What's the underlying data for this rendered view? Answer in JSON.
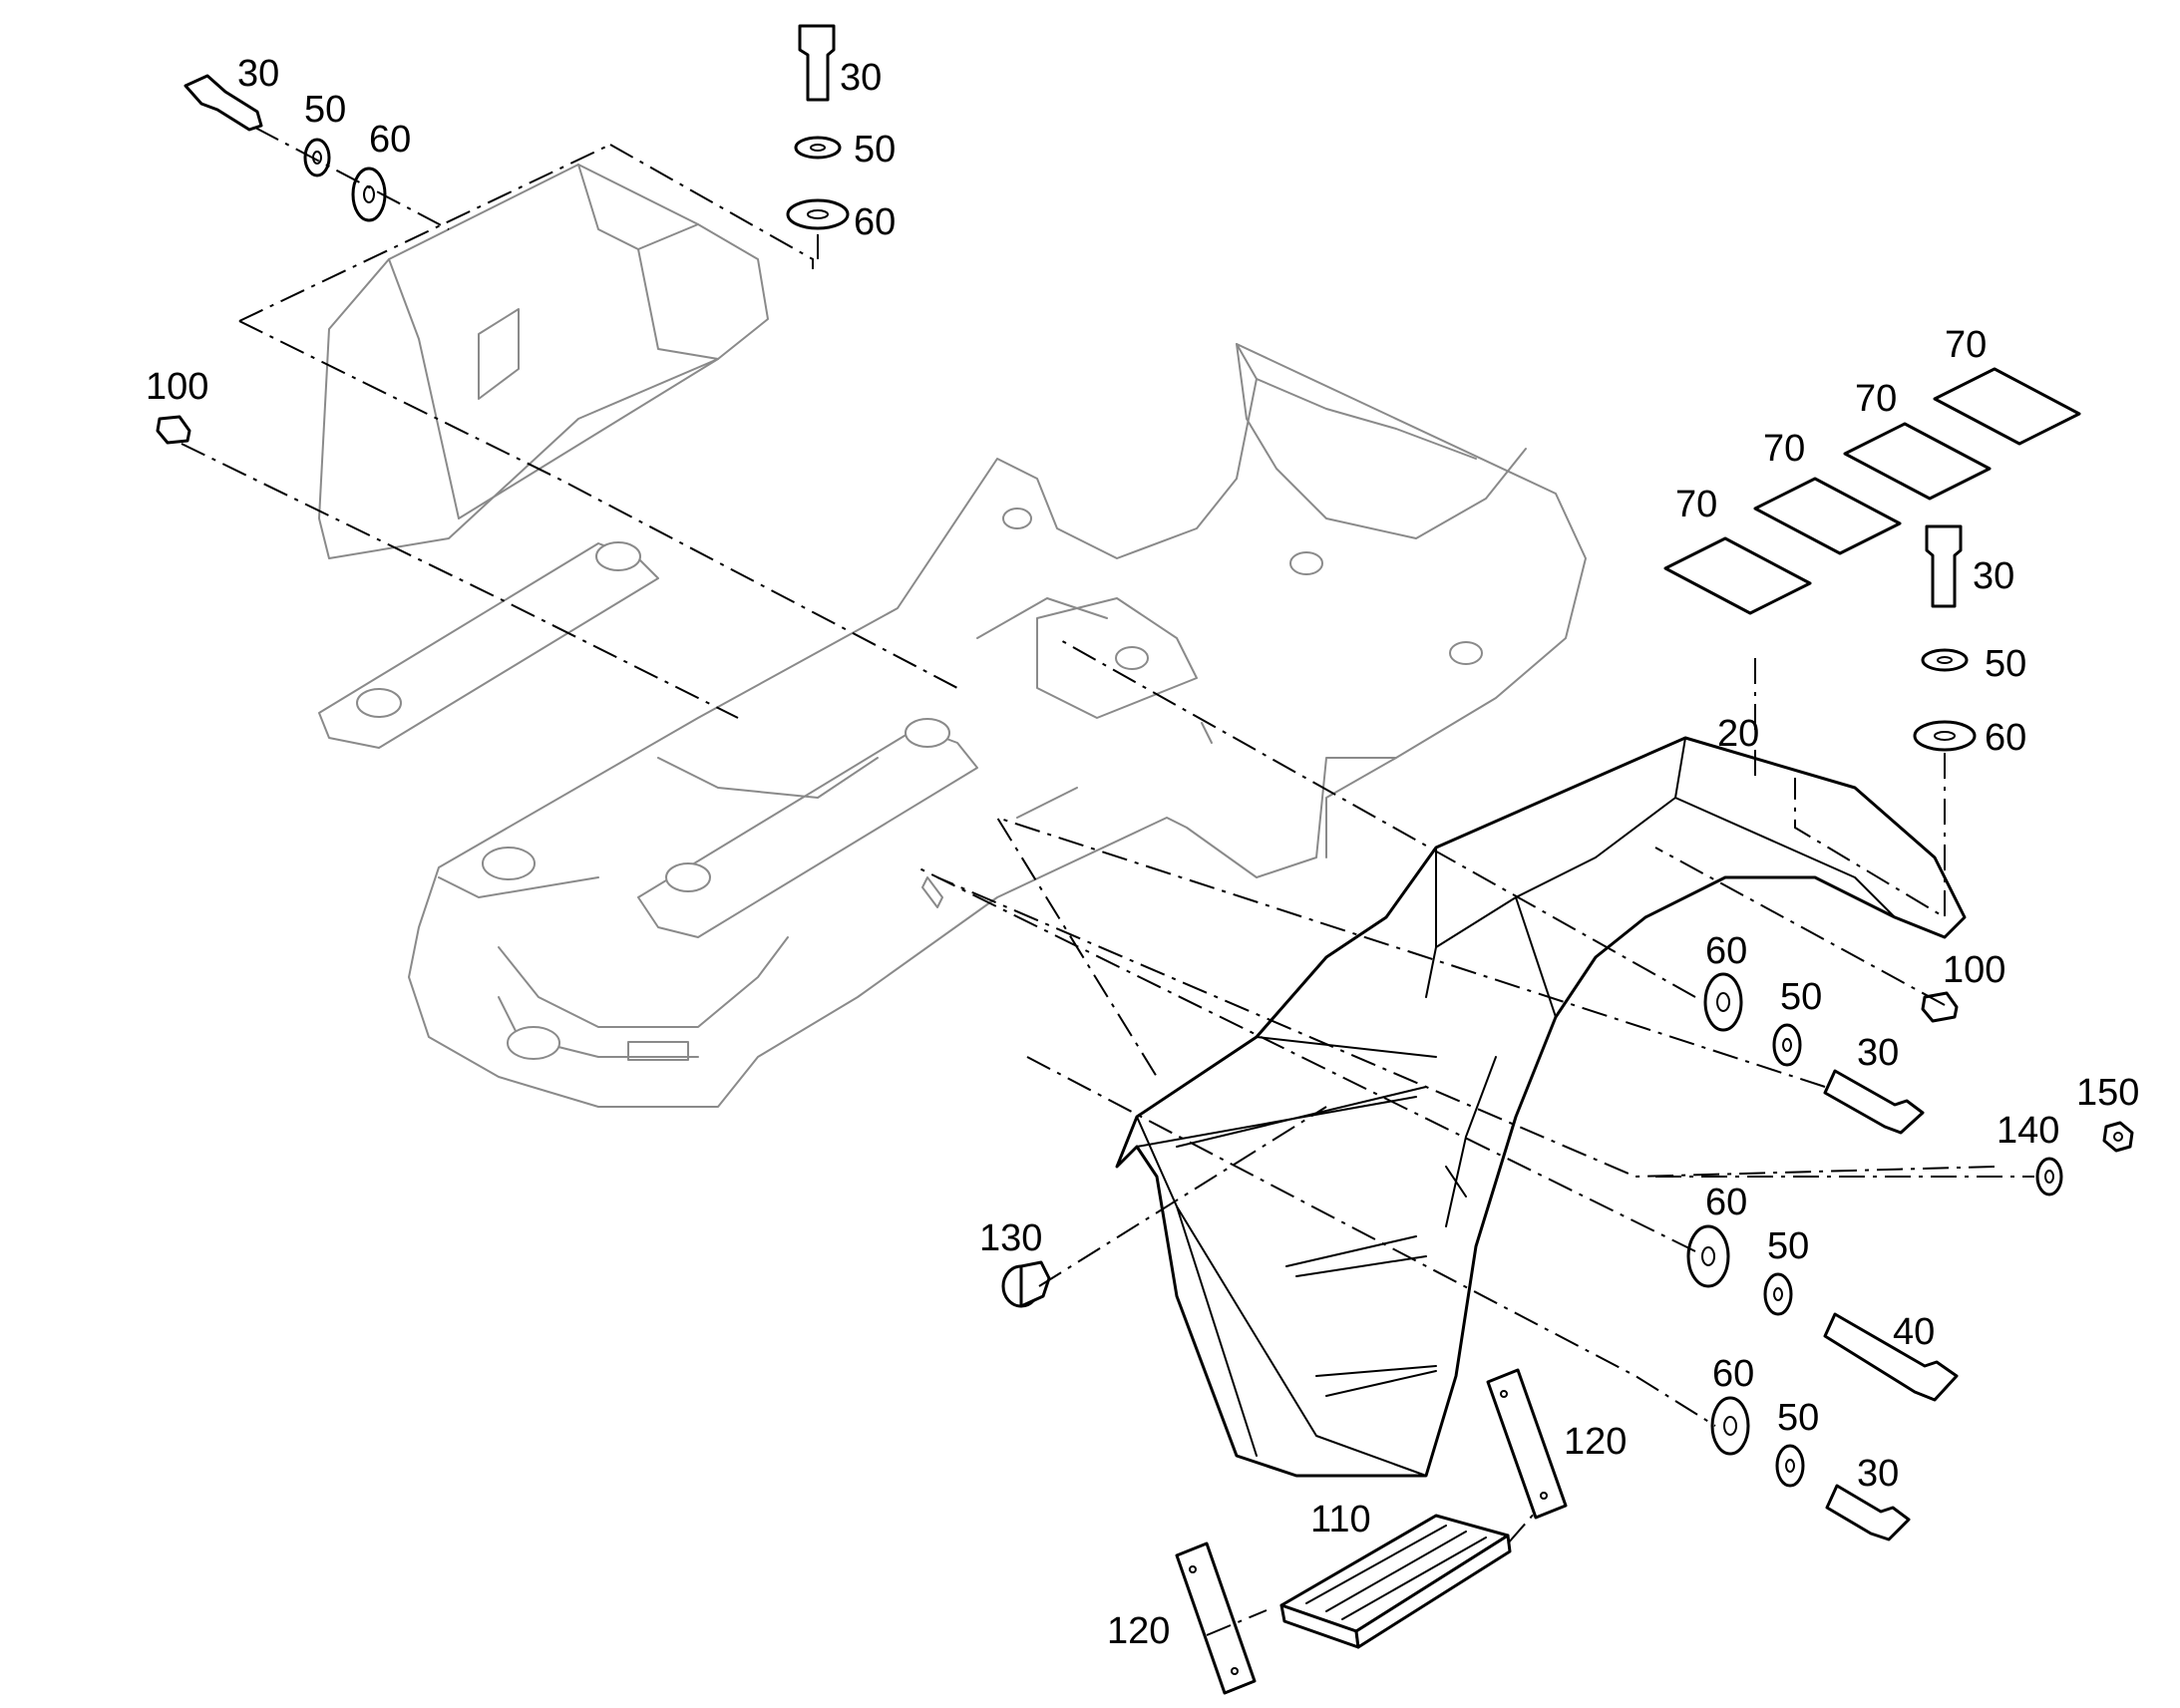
{
  "labels": {
    "bolt_top_left": "30",
    "washer50_top_left": "50",
    "washer60_top_left": "60",
    "bolt_top_center": "30",
    "washer50_top_center": "50",
    "washer60_top_center": "60",
    "plug_left": "100",
    "plate_1": "70",
    "plate_2": "70",
    "plate_3": "70",
    "plate_4": "70",
    "bolt_right": "30",
    "washer50_right": "50",
    "washer60_right": "60",
    "platform": "20",
    "plug_right": "100",
    "washer60_mid_1": "60",
    "washer50_mid_1": "50",
    "bolt_mid_1": "30",
    "washer_140": "140",
    "nut_150": "150",
    "bumper_130": "130",
    "washer60_mid_2": "60",
    "washer50_mid_2": "50",
    "bolt_40": "40",
    "washer60_mid_3": "60",
    "washer50_mid_3": "50",
    "bolt_mid_3": "30",
    "bracket_right": "120",
    "step_110": "110",
    "bracket_left": "120"
  }
}
